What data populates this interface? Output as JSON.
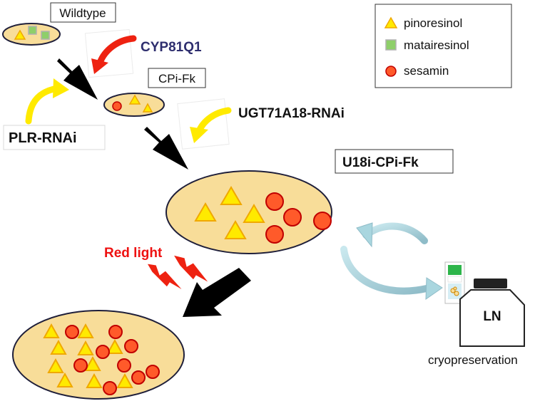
{
  "labels": {
    "wildtype": "Wildtype",
    "cyp": "CYP81Q1",
    "cpi_fk": "CPi-Fk",
    "plr_rnai": "PLR-RNAi",
    "ugt_rnai": "UGT71A18-RNAi",
    "u18i": "U18i-CPi-Fk",
    "red_light": "Red light",
    "ln": "LN",
    "cryo": "cryopreservation"
  },
  "legend": {
    "items": [
      {
        "label": "pinoresinol",
        "shape": "triangle"
      },
      {
        "label": "matairesinol",
        "shape": "square"
      },
      {
        "label": "sesamin",
        "shape": "circle"
      }
    ]
  },
  "colors": {
    "cell_fill": "#f8dd99",
    "cell_stroke": "#1f1f3a",
    "triangle_fill": "#ffea00",
    "triangle_stroke": "#f0a800",
    "square_fill": "#8ecf6a",
    "square_stroke": "#b0b0b0",
    "circle_fill": "#ff5a2a",
    "circle_stroke": "#c00000",
    "cyp_text": "#2e2e6e",
    "red_text": "#ee1111",
    "red_arrow": "#ee2211",
    "yellow_arrow": "#ffea00",
    "cycle_arrow": "#a9d6df"
  }
}
